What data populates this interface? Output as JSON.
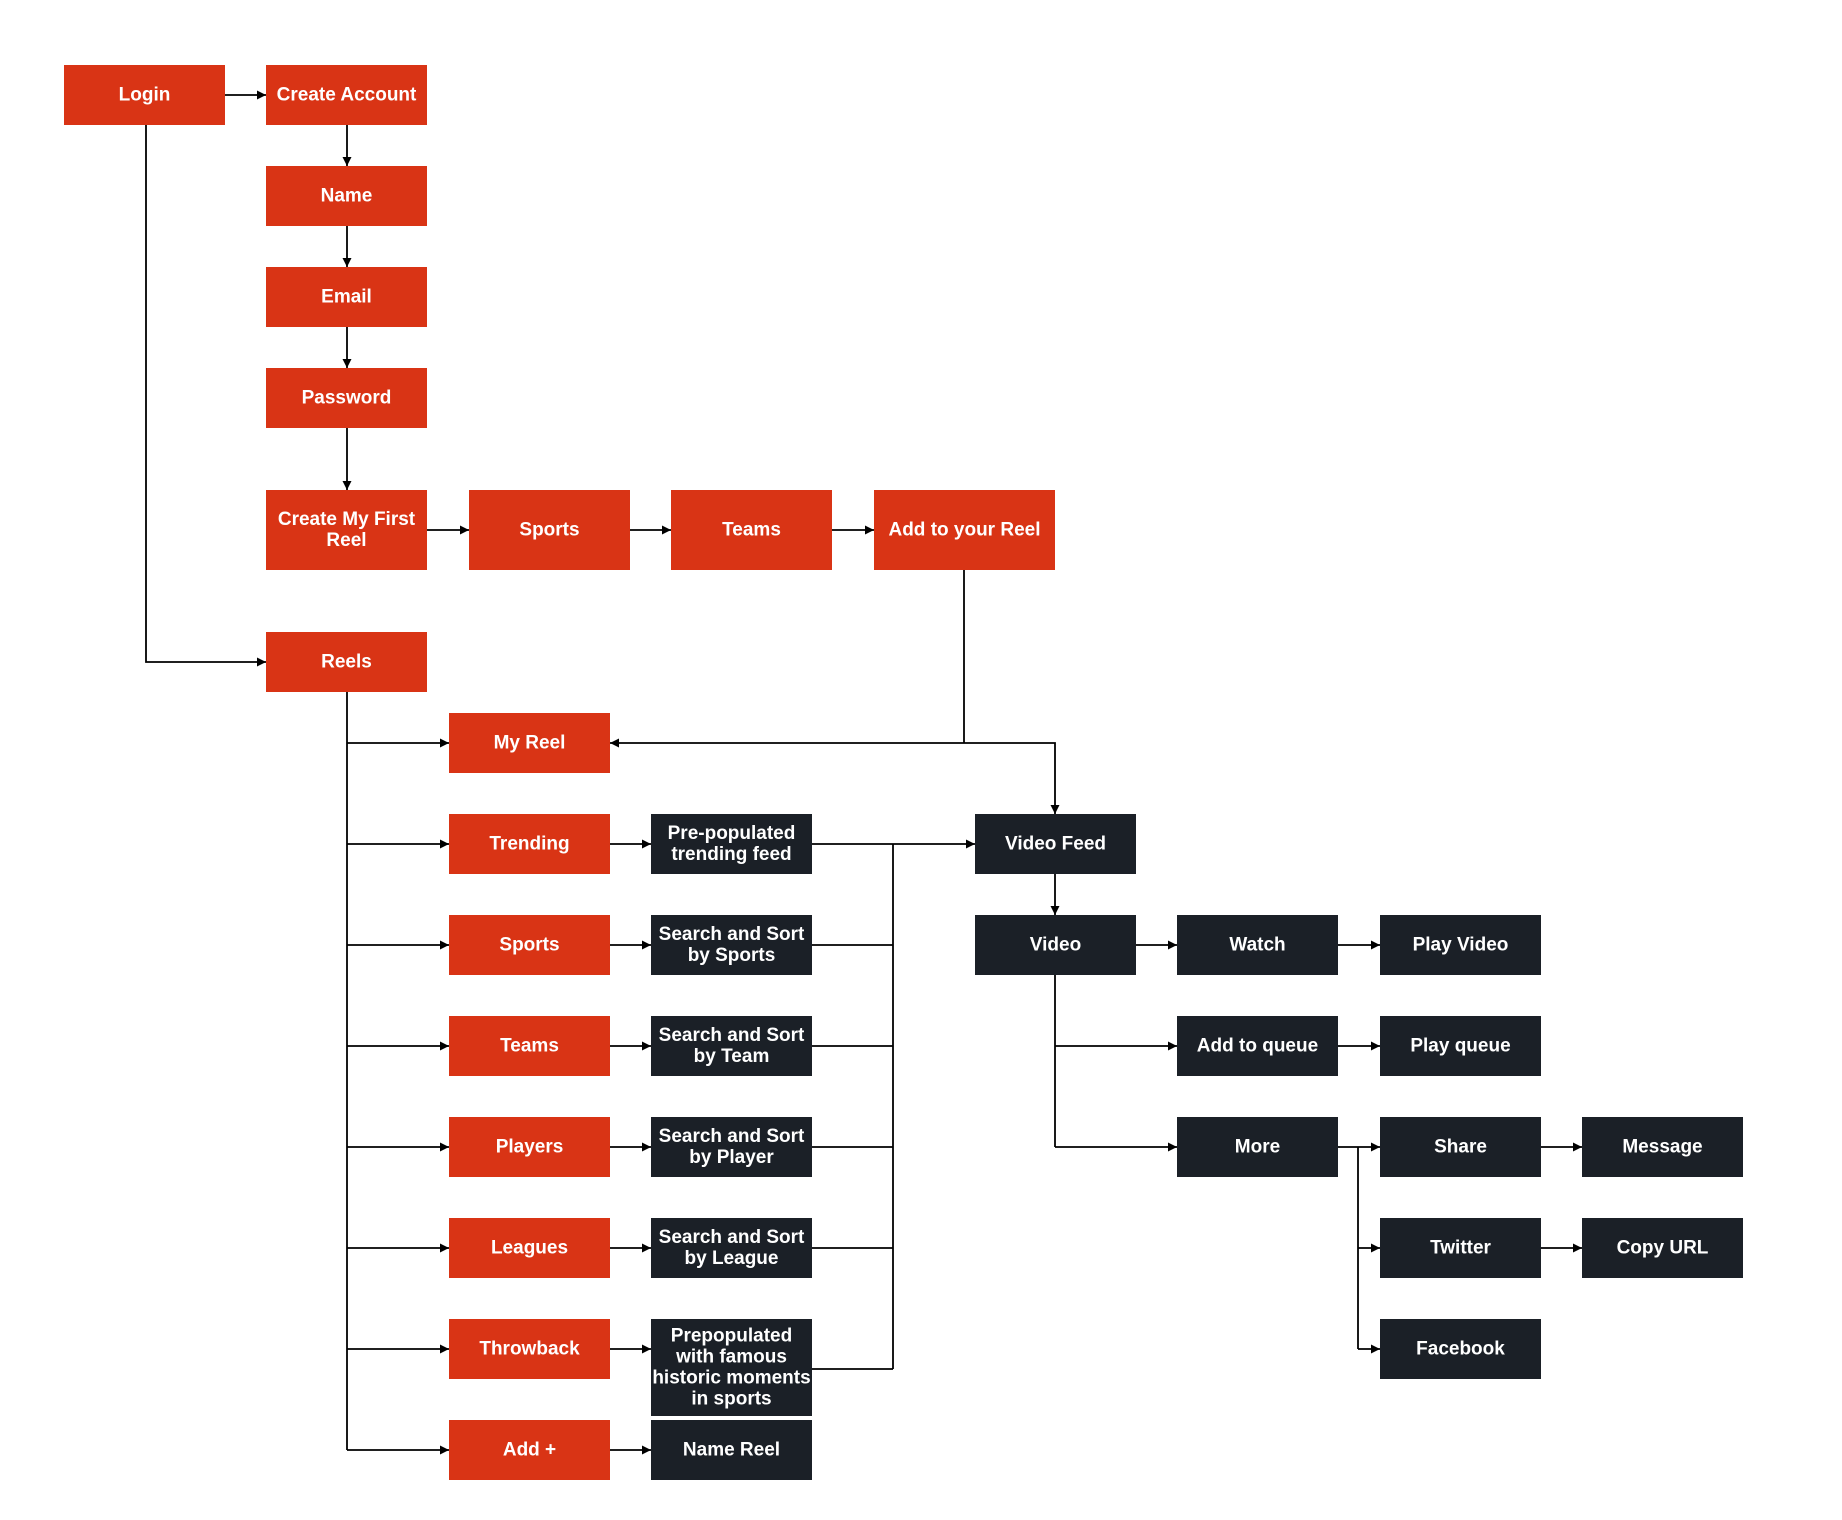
{
  "colors": {
    "red_node": "#d93415",
    "dark_node": "#1b2027",
    "node_text": "#ffffff",
    "connector": "#000000",
    "background": "#ffffff"
  },
  "nodes": {
    "login": "Login",
    "create_account": "Create Account",
    "name": "Name",
    "email": "Email",
    "password": "Password",
    "create_first_reel": "Create My First Reel",
    "sports_setup": "Sports",
    "teams_setup": "Teams",
    "add_to_reel": "Add to your Reel",
    "reels": "Reels",
    "my_reel": "My Reel",
    "trending": "Trending",
    "sports": "Sports",
    "teams": "Teams",
    "players": "Players",
    "leagues": "Leagues",
    "throwback": "Throwback",
    "add_plus": "Add +",
    "prepopulated_trending": "Pre-populated trending feed",
    "search_sports": "Search and Sort by Sports",
    "search_team": "Search and Sort by Team",
    "search_player": "Search and Sort by Player",
    "search_league": "Search and Sort by League",
    "prepopulated_historic": "Prepopulated with famous historic moments in sports",
    "name_reel": "Name Reel",
    "video_feed": "Video Feed",
    "video": "Video",
    "watch": "Watch",
    "play_video": "Play Video",
    "add_to_queue": "Add to queue",
    "play_queue": "Play queue",
    "more": "More",
    "share": "Share",
    "message": "Message",
    "twitter": "Twitter",
    "copy_url": "Copy URL",
    "facebook": "Facebook"
  }
}
